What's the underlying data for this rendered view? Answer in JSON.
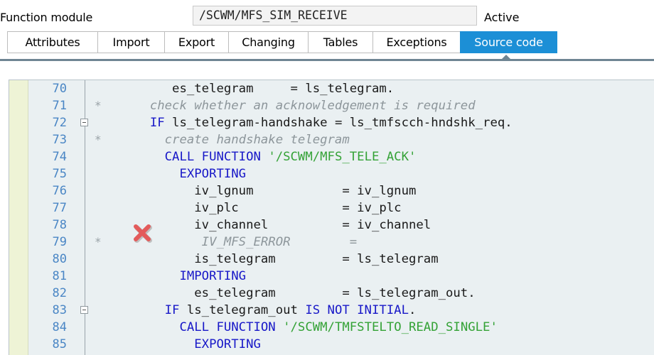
{
  "header": {
    "label": "Function module",
    "name": "/SCWM/MFS_SIM_RECEIVE",
    "status": "Active"
  },
  "tabs": [
    {
      "label": "Attributes",
      "active": false
    },
    {
      "label": "Import",
      "active": false
    },
    {
      "label": "Export",
      "active": false
    },
    {
      "label": "Changing",
      "active": false
    },
    {
      "label": "Tables",
      "active": false
    },
    {
      "label": "Exceptions",
      "active": false
    },
    {
      "label": "Source code",
      "active": true
    }
  ],
  "colors": {
    "active_tab": "#1c8fd6",
    "keyword": "#1818c8",
    "string": "#34a236",
    "comment": "#8d969b",
    "line_number": "#4a86c5",
    "breakpoint": "#e35b5b"
  },
  "editor": {
    "breakpoint_icon": "breakpoint-x-icon",
    "lines": [
      {
        "num": "70",
        "comment_mark": false,
        "fold": false,
        "tokens": [
          {
            "t": "          es_telegram     = ls_telegram.",
            "c": "n"
          }
        ]
      },
      {
        "num": "71",
        "comment_mark": true,
        "fold": false,
        "tokens": [
          {
            "t": "       check whether an acknowledgement is required",
            "c": "cmt"
          }
        ]
      },
      {
        "num": "72",
        "comment_mark": false,
        "fold": true,
        "tokens": [
          {
            "t": "       ",
            "c": "n"
          },
          {
            "t": "IF",
            "c": "kw"
          },
          {
            "t": " ls_telegram-handshake = ls_tmfscch-hndshk_req.",
            "c": "n"
          }
        ]
      },
      {
        "num": "73",
        "comment_mark": true,
        "fold": false,
        "tokens": [
          {
            "t": "         create handshake telegram",
            "c": "cmt"
          }
        ]
      },
      {
        "num": "74",
        "comment_mark": false,
        "fold": false,
        "tokens": [
          {
            "t": "         ",
            "c": "n"
          },
          {
            "t": "CALL FUNCTION",
            "c": "kw"
          },
          {
            "t": " ",
            "c": "n"
          },
          {
            "t": "'/SCWM/MFS_TELE_ACK'",
            "c": "str"
          }
        ]
      },
      {
        "num": "75",
        "comment_mark": false,
        "fold": false,
        "tokens": [
          {
            "t": "           ",
            "c": "n"
          },
          {
            "t": "EXPORTING",
            "c": "kw"
          }
        ]
      },
      {
        "num": "76",
        "comment_mark": false,
        "fold": false,
        "tokens": [
          {
            "t": "             iv_lgnum            = iv_lgnum",
            "c": "n"
          }
        ]
      },
      {
        "num": "77",
        "comment_mark": false,
        "fold": false,
        "tokens": [
          {
            "t": "             iv_plc              = iv_plc",
            "c": "n"
          }
        ]
      },
      {
        "num": "78",
        "comment_mark": false,
        "fold": false,
        "tokens": [
          {
            "t": "             iv_channel          = iv_channel",
            "c": "n"
          }
        ]
      },
      {
        "num": "79",
        "comment_mark": true,
        "fold": false,
        "tokens": [
          {
            "t": "              IV_MFS_ERROR        =",
            "c": "cmt"
          }
        ]
      },
      {
        "num": "80",
        "comment_mark": false,
        "fold": false,
        "tokens": [
          {
            "t": "             is_telegram         = ls_telegram",
            "c": "n"
          }
        ]
      },
      {
        "num": "81",
        "comment_mark": false,
        "fold": false,
        "tokens": [
          {
            "t": "           ",
            "c": "n"
          },
          {
            "t": "IMPORTING",
            "c": "kw"
          }
        ]
      },
      {
        "num": "82",
        "comment_mark": false,
        "fold": false,
        "tokens": [
          {
            "t": "             es_telegram         = ls_telegram_out.",
            "c": "n"
          }
        ]
      },
      {
        "num": "83",
        "comment_mark": false,
        "fold": true,
        "tokens": [
          {
            "t": "         ",
            "c": "n"
          },
          {
            "t": "IF",
            "c": "kw"
          },
          {
            "t": " ls_telegram_out ",
            "c": "n"
          },
          {
            "t": "IS NOT INITIAL",
            "c": "kw"
          },
          {
            "t": ".",
            "c": "n"
          }
        ]
      },
      {
        "num": "84",
        "comment_mark": false,
        "fold": false,
        "tokens": [
          {
            "t": "           ",
            "c": "n"
          },
          {
            "t": "CALL FUNCTION",
            "c": "kw"
          },
          {
            "t": " ",
            "c": "n"
          },
          {
            "t": "'/SCWM/TMFSTELTO_READ_SINGLE'",
            "c": "str"
          }
        ]
      },
      {
        "num": "85",
        "comment_mark": false,
        "fold": false,
        "tokens": [
          {
            "t": "             ",
            "c": "n"
          },
          {
            "t": "EXPORTING",
            "c": "kw"
          }
        ]
      }
    ]
  }
}
